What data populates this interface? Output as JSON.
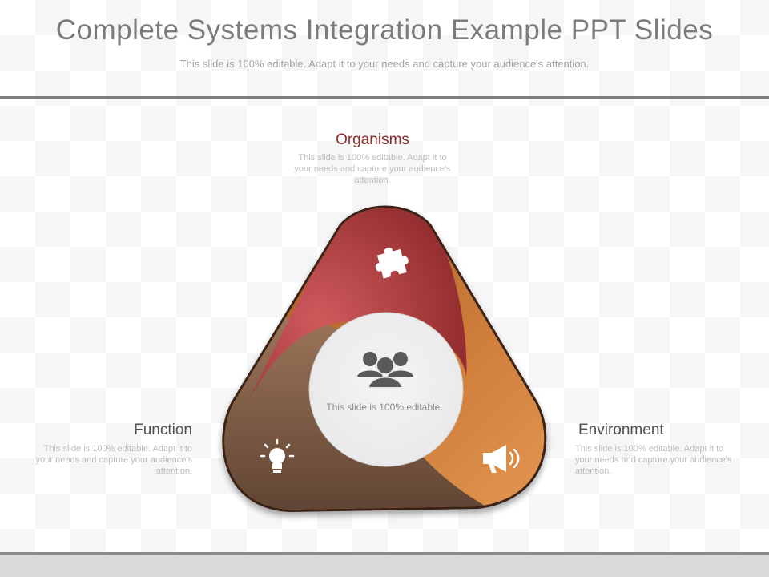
{
  "header": {
    "title": "Complete Systems Integration Example PPT Slides",
    "subtitle": "This slide is 100% editable. Adapt it to your needs and capture your audience's attention."
  },
  "segments": [
    {
      "label": "Organisms",
      "description": "This slide is 100% editable. Adapt it to your needs and capture your audience's attention.",
      "icon": "puzzle-piece-icon",
      "color": "#a8383a"
    },
    {
      "label": "Function",
      "description": "This slide is 100% editable. Adapt it to your needs and capture your audience's attention.",
      "icon": "lightbulb-icon",
      "color": "#6e4d36"
    },
    {
      "label": "Environment",
      "description": "This slide is 100% editable. Adapt it to your needs and capture your audience's attention.",
      "icon": "megaphone-icon",
      "color": "#c06a2a"
    }
  ],
  "center": {
    "text": "This slide is 100% editable.",
    "icon": "people-group-icon"
  }
}
